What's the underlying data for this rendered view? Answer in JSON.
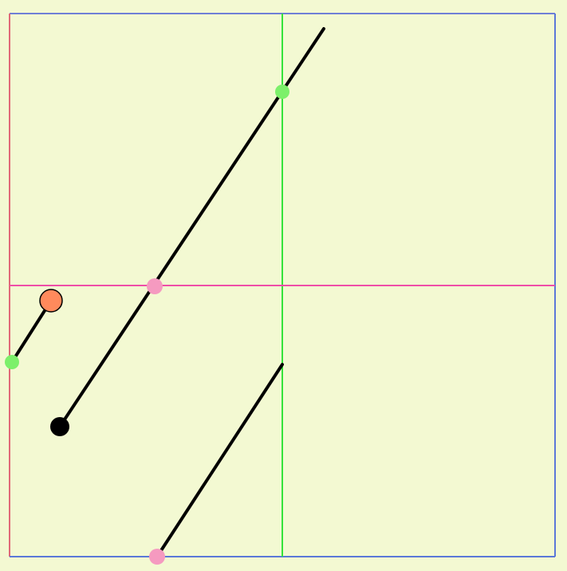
{
  "canvas": {
    "background": "#f3f9d2",
    "frame_top_color": "#6f7fd6",
    "frame_left_color": "#e06a78",
    "frame_right_color": "#5b78d8",
    "frame_bottom_color": "#5b78d8"
  },
  "reference_lines": {
    "vertical_color": "#35e33a",
    "horizontal_color": "#ef4ea8"
  },
  "segments": {
    "color": "#000000",
    "items": [
      {
        "id": "long-diagonal"
      },
      {
        "id": "short-diagonal"
      },
      {
        "id": "left-wrapped-diagonal"
      }
    ]
  },
  "points": {
    "green_color": "#7cf06a",
    "pink_color": "#f59ac0",
    "orange_color": "#ff8a5c",
    "black_color": "#000000"
  }
}
